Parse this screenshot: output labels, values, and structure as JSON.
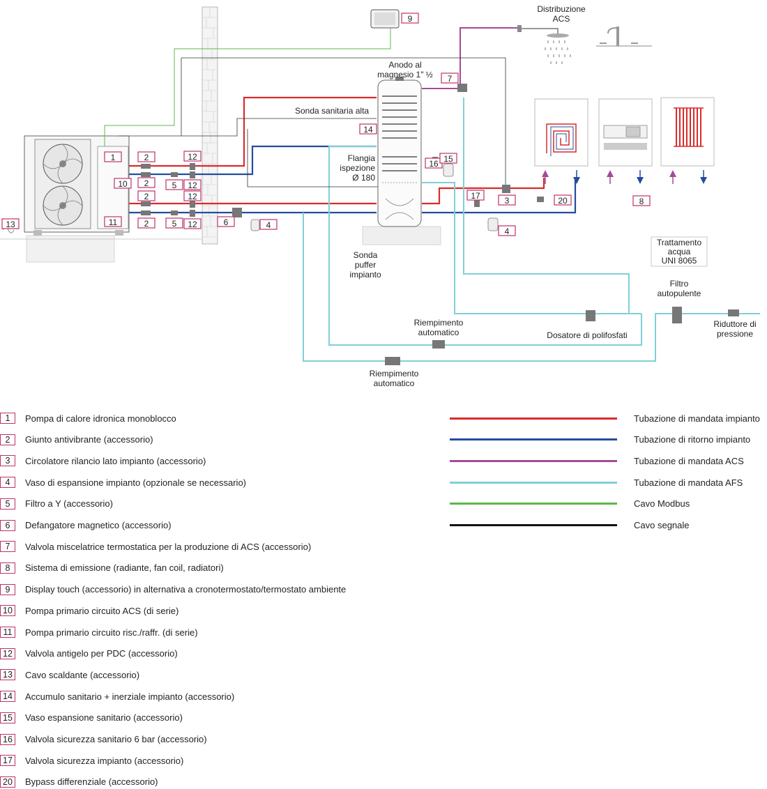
{
  "diagram_labels": {
    "distribuzione_acs": [
      "Distribuzione",
      "ACS"
    ],
    "anodo": [
      "Anodo al",
      "magnesio 1\" ½"
    ],
    "sonda_sanitaria": "Sonda sanitaria alta",
    "flangia": [
      "Flangia",
      "ispezione",
      "Ø 180"
    ],
    "sonda_puffer": [
      "Sonda",
      "puffer",
      "impianto"
    ],
    "trattamento": [
      "Trattamento",
      "acqua",
      "UNI 8065"
    ],
    "filtro": [
      "Filtro",
      "autopulente"
    ],
    "riduttore": [
      "Riduttore di",
      "pressione"
    ],
    "dosatore": "Dosatore di polifosfati",
    "riempimento_1": [
      "Riempimento",
      "automatico"
    ],
    "riempimento_2": [
      "Riempimento",
      "automatico"
    ]
  },
  "callouts": {
    "n1": "1",
    "n2a": "2",
    "n2b": "2",
    "n2c": "2",
    "n2d": "2",
    "n3": "3",
    "n4a": "4",
    "n4b": "4",
    "n5a": "5",
    "n5b": "5",
    "n6": "6",
    "n7": "7",
    "n8": "8",
    "n9": "9",
    "n10": "10",
    "n11": "11",
    "n12a": "12",
    "n12b": "12",
    "n12c": "12",
    "n12d": "12",
    "n13": "13",
    "n14": "14",
    "n15": "15",
    "n16": "16",
    "n17": "17",
    "n20": "20"
  },
  "legend": [
    {
      "num": "1",
      "text": "Pompa di calore idronica monoblocco"
    },
    {
      "num": "2",
      "text": "Giunto antivibrante (accessorio)"
    },
    {
      "num": "3",
      "text": "Circolatore rilancio lato impianto (accessorio)"
    },
    {
      "num": "4",
      "text": "Vaso di espansione impianto (opzionale se necessario)"
    },
    {
      "num": "5",
      "text": "Filtro a Y (accessorio)"
    },
    {
      "num": "6",
      "text": "Defangatore magnetico (accessorio)"
    },
    {
      "num": "7",
      "text": "Valvola miscelatrice termostatica per la produzione di ACS (accessorio)"
    },
    {
      "num": "8",
      "text": "Sistema di emissione (radiante, fan coil, radiatori)"
    },
    {
      "num": "9",
      "text": "Display touch (accessorio) in alternativa a cronotermostato/termostato ambiente"
    },
    {
      "num": "10",
      "text": "Pompa primario circuito ACS (di serie)"
    },
    {
      "num": "11",
      "text": "Pompa primario circuito risc./raffr. (di serie)"
    },
    {
      "num": "12",
      "text": "Valvola antigelo per PDC (accessorio)"
    },
    {
      "num": "13",
      "text": "Cavo scaldante (accessorio)"
    },
    {
      "num": "14",
      "text": "Accumulo sanitario + inerziale impianto (accessorio)"
    },
    {
      "num": "15",
      "text": "Vaso espansione sanitario (accessorio)"
    },
    {
      "num": "16",
      "text": "Valvola sicurezza sanitario 6 bar (accessorio)"
    },
    {
      "num": "17",
      "text": "Valvola sicurezza impianto (accessorio)"
    },
    {
      "num": "20",
      "text": "Bypass differenziale (accessorio)"
    }
  ],
  "line_legend": [
    {
      "color": "#d92b2b",
      "text": "Tubazione di mandata impianto"
    },
    {
      "color": "#234d9c",
      "text": "Tubazione di ritorno impianto"
    },
    {
      "color": "#a34a9a",
      "text": "Tubazione di mandata ACS"
    },
    {
      "color": "#7fd0d8",
      "text": "Tubazione di mandata AFS"
    },
    {
      "color": "#5cb84a",
      "text": "Cavo Modbus"
    },
    {
      "color": "#111111",
      "text": "Cavo segnale"
    }
  ]
}
